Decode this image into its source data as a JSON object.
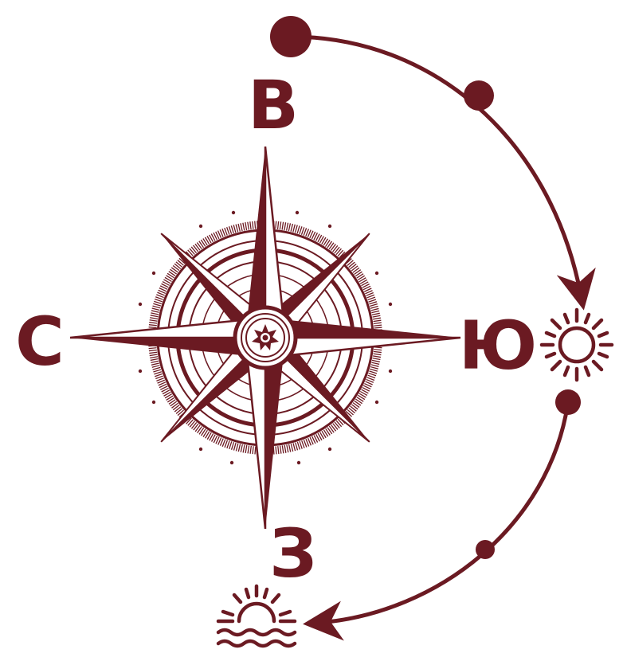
{
  "colors": {
    "primary": "#6b1a22",
    "background": "#ffffff"
  },
  "labels": {
    "east": "В",
    "north": "С",
    "south": "Ю",
    "west": "З"
  },
  "icons": {
    "rising_sun": "sun-icon",
    "setting_sun": "sunset-over-water-icon",
    "compass": "compass-rose-icon"
  }
}
